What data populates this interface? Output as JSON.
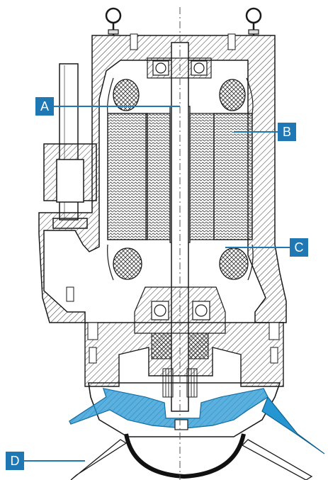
{
  "diagram": {
    "callouts": [
      {
        "id": "a",
        "label": "A"
      },
      {
        "id": "b",
        "label": "B"
      },
      {
        "id": "c",
        "label": "C"
      },
      {
        "id": "d",
        "label": "D"
      }
    ]
  },
  "colors": {
    "callout": "#1f78b4",
    "impeller": "#2596d1",
    "line": "#1a1a1a",
    "volute": "#111111"
  }
}
